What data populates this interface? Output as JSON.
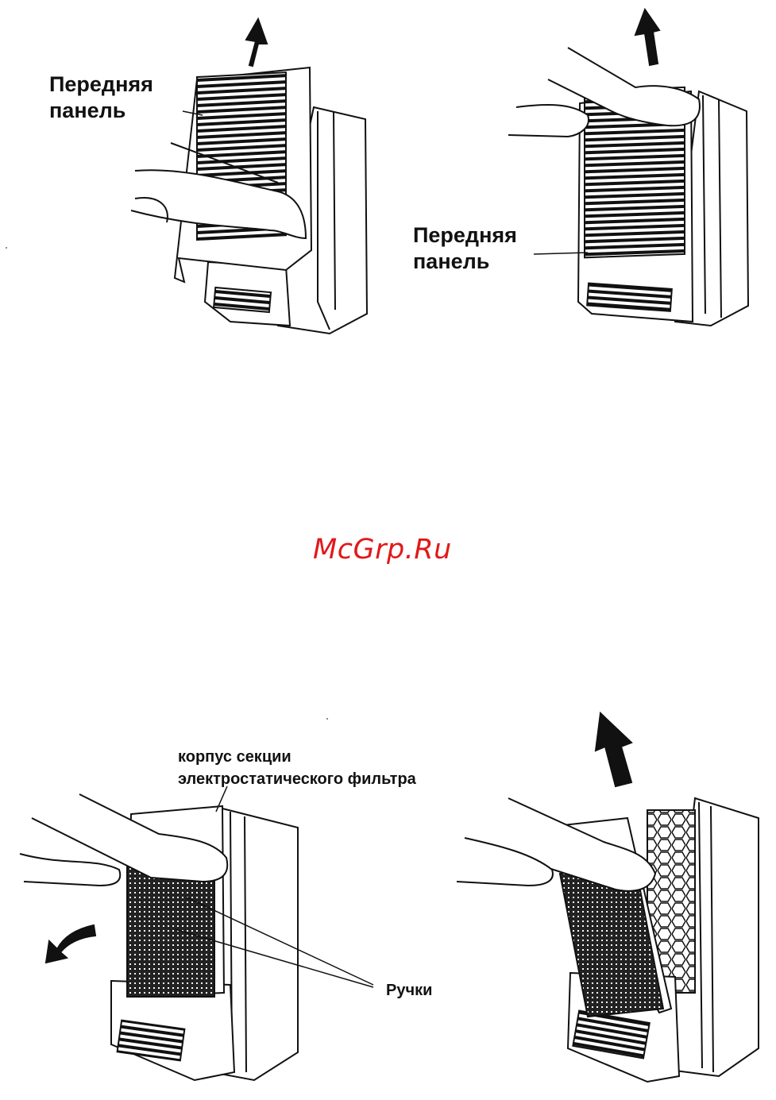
{
  "figures": {
    "top_left": {
      "label_line1": "Передняя",
      "label_line2": "панель"
    },
    "top_right": {
      "label_line1": "Передняя",
      "label_line2": "панель"
    },
    "bottom_left": {
      "label_line1": "корпус секции",
      "label_line2": "электростатического фильтра",
      "handles_label": "Ручки"
    }
  },
  "watermark": "McGrp.Ru",
  "colors": {
    "ink": "#111111",
    "watermark": "#e0191b"
  }
}
